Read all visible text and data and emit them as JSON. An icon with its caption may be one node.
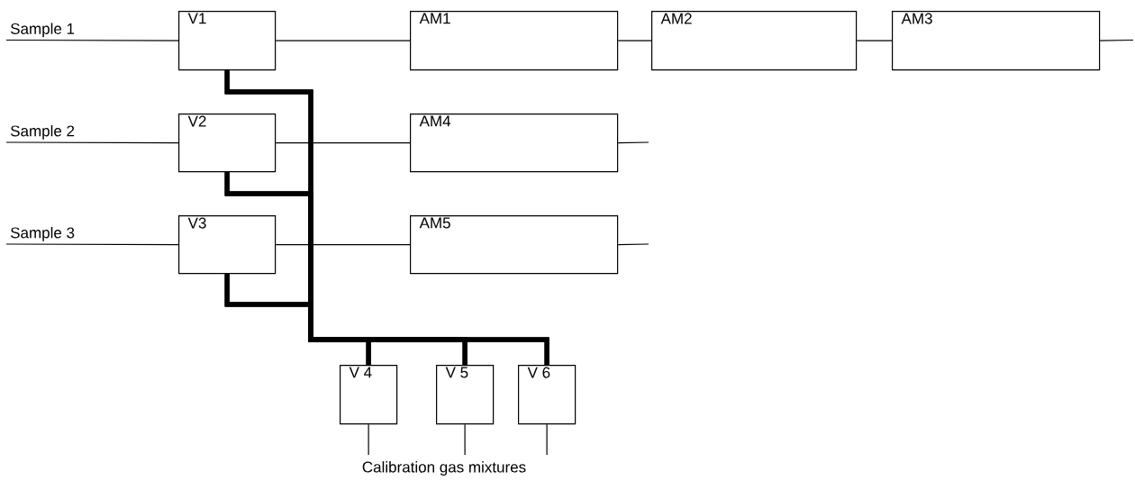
{
  "diagram": {
    "nodes": [
      {
        "text": [
          "V1"
        ]
      },
      {
        "text": [
          "AM1"
        ]
      },
      {
        "text": [
          "AM2"
        ]
      },
      {
        "text": [
          "AM3"
        ]
      },
      {
        "text": [
          "V2"
        ]
      },
      {
        "text": [
          "AM4"
        ]
      },
      {
        "text": [
          "V3"
        ]
      },
      {
        "text": [
          "AM5"
        ]
      },
      {
        "text": [
          "V  4"
        ]
      },
      {
        "text": [
          "V  5"
        ]
      },
      {
        "text": [
          "V  6"
        ]
      },
      {
        "text": [
          "Calibration gas mixtures"
        ]
      }
    ],
    "edges": [
      {
        "from": null,
        "to": 0,
        "arrow": "none",
        "label": "Sample 1"
      },
      {
        "from": 0,
        "to": 1,
        "arrow": "none"
      },
      {
        "from": 1,
        "to": 2,
        "arrow": "none"
      },
      {
        "from": 2,
        "to": 3,
        "arrow": "none"
      },
      {
        "from": 3,
        "to": null,
        "arrow": "none"
      },
      {
        "from": null,
        "to": 4,
        "arrow": "none",
        "label": "Sample 2"
      },
      {
        "from": 4,
        "to": 5,
        "arrow": "none"
      },
      {
        "from": 5,
        "to": null,
        "arrow": "none"
      },
      {
        "from": null,
        "to": 6,
        "arrow": "none",
        "label": "Sample 3"
      },
      {
        "from": 6,
        "to": 7,
        "arrow": "none"
      },
      {
        "from": 7,
        "to": null,
        "arrow": "none"
      },
      {
        "from": 8,
        "to": 0,
        "arrow": "none",
        "style": "thick"
      },
      {
        "from": 8,
        "to": 4,
        "arrow": "none",
        "style": "thick"
      },
      {
        "from": 8,
        "to": 6,
        "arrow": "none",
        "style": "thick"
      },
      {
        "from": 9,
        "to": 0,
        "arrow": "none",
        "style": "thick"
      },
      {
        "from": 9,
        "to": 4,
        "arrow": "none",
        "style": "thick"
      },
      {
        "from": 9,
        "to": 6,
        "arrow": "none",
        "style": "thick"
      },
      {
        "from": 10,
        "to": 0,
        "arrow": "none",
        "style": "thick"
      },
      {
        "from": 10,
        "to": 4,
        "arrow": "none",
        "style": "thick"
      },
      {
        "from": 10,
        "to": 6,
        "arrow": "none",
        "style": "thick"
      },
      {
        "from": 8,
        "to": 11,
        "arrow": "none"
      },
      {
        "from": 9,
        "to": 11,
        "arrow": "none"
      },
      {
        "from": 10,
        "to": 11,
        "arrow": "none"
      }
    ]
  }
}
